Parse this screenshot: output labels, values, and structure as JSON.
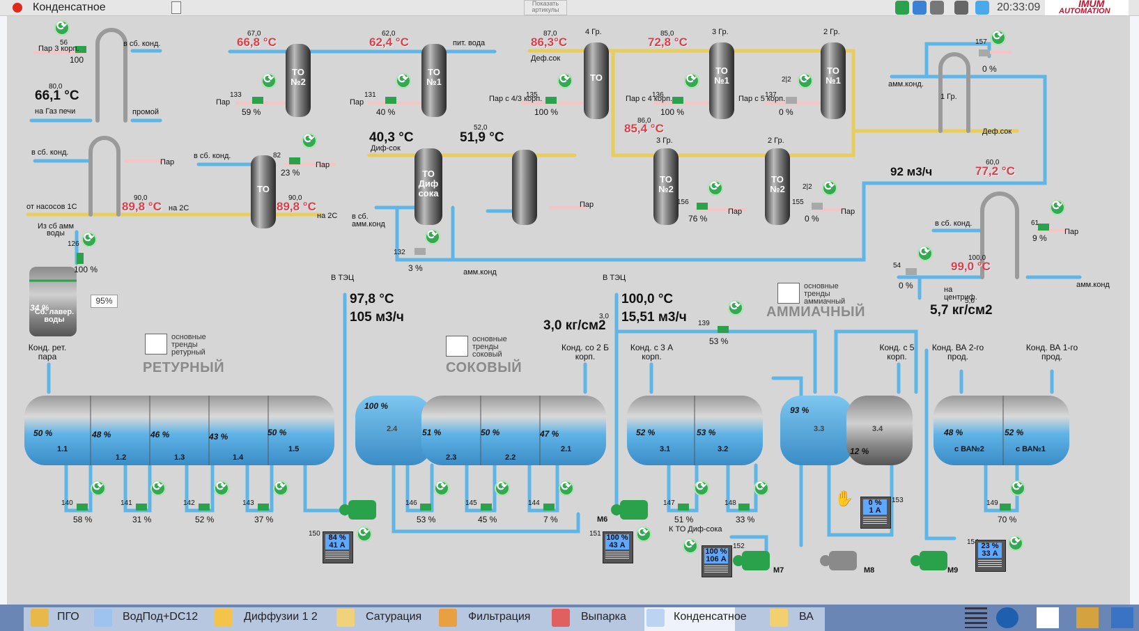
{
  "window": {
    "title": "Конденсатное",
    "show_articles": "Показать артикулы",
    "clock": "20:33:09",
    "logo_top": "IMUM",
    "logo_bottom": "AUTOMATION"
  },
  "colors": {
    "water_pipe": "#5fb6e6",
    "juice_pipe": "#e8cd5c",
    "steam_pipe": "#f2c6c6",
    "alarm_text": "#e63946",
    "pump_green": "#2aa14b"
  },
  "exchangers": {
    "to2_top": "ТО №2",
    "to1_top": "ТО №1",
    "to_4gr": "ТО",
    "to1_3gr": "ТО №1",
    "to1_2gr": "ТО №1",
    "to_left": "ТО",
    "to_dif": "ТО Диф сока",
    "to2_3gr": "ТО №2",
    "to2_2gr": "ТО №2"
  },
  "groups": {
    "g4": "4 Гр.",
    "g3": "3 Гр.",
    "g2": "2 Гр.",
    "g1": "1 Гр.",
    "g3b": "3 Гр.",
    "g2b": "2 Гр."
  },
  "temperatures": {
    "t661": "66,1 °C",
    "t668": "66,8 °C",
    "t624": "62,4 °C",
    "t863": "86,3°C",
    "t728": "72,8 °C",
    "t854": "85,4 °C",
    "t898a": "89,8 °C",
    "t898b": "89,8 °C",
    "t403": "40,3 °C",
    "t519": "51,9 °C",
    "t772": "77,2 °C",
    "t990": "99,0 °C",
    "t978": "97,8 °C",
    "t1000": "100,0 °C"
  },
  "setpoints": {
    "sp800": "80,0",
    "sp670": "67,0",
    "sp620": "62,0",
    "sp870": "87,0",
    "sp850": "85,0",
    "sp860": "86,0",
    "sp900a": "90,0",
    "sp900b": "90,0",
    "sp520": "52,0",
    "sp600": "60,0",
    "sp1000": "100,0",
    "sp30": "3,0",
    "sp50": "5,0"
  },
  "flows": {
    "f92": "92 м3/ч",
    "f105": "105 м3/ч",
    "f1551": "15,51 м3/ч",
    "p30": "3,0 кг/см2",
    "p57": "5,7 кг/см2"
  },
  "labels": {
    "par3": "Пар 3 корп.",
    "v_sb_kond": "в сб. конд.",
    "na_gaz": "на Газ печи",
    "promoy": "промой",
    "par_a": "Пар",
    "par_b": "Пар",
    "pit_voda": "пит. вода",
    "def_sok": "Деф.сок",
    "par43": "Пар с 4/3 корп.",
    "par4": "Пар с 4 корп.",
    "par5": "Пар с 5 корп.",
    "amm_kond": "амм.конд.",
    "def_sok2": "Деф.сок",
    "v_sb_kond2": "в сб. конд.",
    "par_c": "Пар",
    "v_sb_kond3": "в сб. конд.",
    "par_d": "Пар",
    "ot_nasosov": "от насосов 1С",
    "na2c": "на 2С",
    "na2c_b": "на 2С",
    "iz_sb": "Из сб амм воды",
    "dif_sok": "Диф-сок",
    "v_sb_amm": "в сб. амм.конд",
    "par_e": "Пар",
    "amm_kond2": "амм.конд",
    "par_f": "Пар",
    "par_g": "Пар",
    "v_sb_kond4": "в сб. конд.",
    "par_h": "Пар",
    "na_centrif": "на центриф.",
    "amm_kond3": "амм.конд",
    "v_tec": "В ТЭЦ",
    "v_tec2": "В ТЭЦ",
    "kond_ret": "Конд. рет. пара",
    "kond_so2b": "Конд. со 2 Б корп.",
    "kond_3a": "Конд. с 3 А корп.",
    "kond_5": "Конд. с 5 корп.",
    "kond_va2": "Конд. ВА 2-го прод.",
    "kond_va1": "Конд. ВА 1-го прод.",
    "k_to_dif": "К ТО Диф-сока",
    "sb_laver": "Сб. лавер. воды",
    "amm_top": "амм.конд."
  },
  "sections": {
    "ret": "РЕТУРНЫЙ",
    "sok": "СОКОВЫЙ",
    "amm": "АММИАЧНЫЙ"
  },
  "trends": {
    "ret": "основные тренды ретурный",
    "sok": "основные тренды соковый",
    "amm": "основные тренды аммиачный"
  },
  "valves": {
    "v56": "56",
    "v56_val": "100",
    "v133": "133",
    "v133_val": "59 %",
    "v131": "131",
    "v131_val": "40 %",
    "v135": "135",
    "v135_val": "100 %",
    "v136": "136",
    "v136_val": "100 %",
    "v137": "137",
    "v137_val": "0 %",
    "v157": "157",
    "v157_val": "0 %",
    "v82": "82",
    "v82_val": "23 %",
    "v156": "156",
    "v156_val": "76 %",
    "v155": "155",
    "v155_val": "0 %",
    "v126": "126",
    "v126_val": "100 %",
    "v132": "132",
    "v132_val": "3 %",
    "v61": "61",
    "v61_val": "9 %",
    "v54": "54",
    "v54_val": "0 %",
    "v139": "139",
    "v139_val": "53 %",
    "v140": "140",
    "v140_val": "58 %",
    "v141": "141",
    "v141_val": "31 %",
    "v142": "142",
    "v142_val": "52 %",
    "v143": "143",
    "v143_val": "37 %",
    "v146": "146",
    "v146_val": "53 %",
    "v145": "145",
    "v145_val": "45 %",
    "v144": "144",
    "v144_val": "7 %",
    "v147": "147",
    "v147_val": "51 %",
    "v148": "148",
    "v148_val": "33 %",
    "v149": "149",
    "v149_val": "70 %",
    "v22a": "2|2",
    "v22b": "2|2"
  },
  "tanks": {
    "laver_level": "34 %",
    "laver_box": "95%",
    "ret": [
      "50 %",
      "48 %",
      "46 %",
      "43 %",
      "50 %"
    ],
    "ret_ids": [
      "1.1",
      "1.2",
      "1.3",
      "1.4",
      "1.5"
    ],
    "sok": [
      "100 %",
      "51 %",
      "50 %",
      "47 %"
    ],
    "sok_ids": [
      "2.4",
      "2.3",
      "2.2",
      "2.1"
    ],
    "t3": [
      "52 %",
      "53 %"
    ],
    "t3_ids": [
      "3.1",
      "3.2"
    ],
    "t33": "93 %",
    "t34": "12 %",
    "t33_id": "3.3",
    "t34_id": "3.4",
    "va": [
      "48 %",
      "52 %"
    ],
    "va_ids": [
      "с ВА№2",
      "с ВА№1"
    ]
  },
  "pumps": {
    "m150": "150",
    "m150_pct": "84 %",
    "m150_a": "41 А",
    "m151": "151",
    "m151_pct": "100 %",
    "m151_a": "43 А",
    "m6": "М6",
    "m152": "152",
    "m152_pct": "100 %",
    "m152_a": "106 А",
    "m7": "М7",
    "m153": "153",
    "m153_pct": "0 %",
    "m153_a": "1 А",
    "m8": "М8",
    "m154": "154",
    "m154_pct": "23 %",
    "m154_a": "33 А",
    "m9": "М9"
  },
  "taskbar": [
    "ПГО",
    "ВодПод+DC12",
    "Диффузии 1 2",
    "Сатурация",
    "Фильтрация",
    "Выпарка",
    "Конденсатное",
    "ВА"
  ]
}
